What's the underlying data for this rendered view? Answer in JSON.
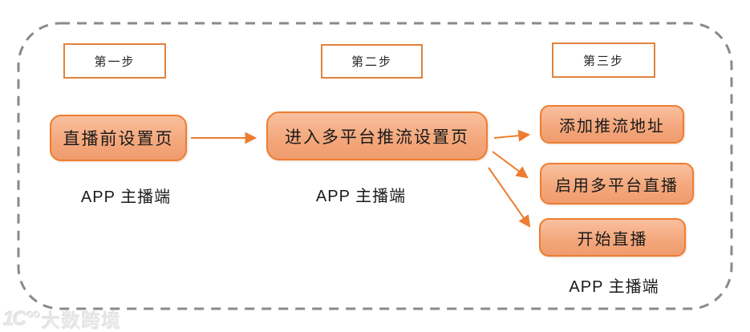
{
  "diagram": {
    "type": "flowchart",
    "columns": [
      {
        "step_label": "第一步",
        "boxes": [
          "直播前设置页"
        ],
        "caption": "APP 主播端"
      },
      {
        "step_label": "第二步",
        "boxes": [
          "进入多平台推流设置页"
        ],
        "caption": "APP 主播端"
      },
      {
        "step_label": "第三步",
        "boxes": [
          "添加推流地址",
          "启用多平台直播",
          "开始直播"
        ],
        "caption": "APP 主播端"
      }
    ],
    "connections": [
      {
        "from": "直播前设置页",
        "to": "进入多平台推流设置页"
      },
      {
        "from": "进入多平台推流设置页",
        "to": "添加推流地址"
      },
      {
        "from": "进入多平台推流设置页",
        "to": "启用多平台直播"
      },
      {
        "from": "进入多平台推流设置页",
        "to": "开始直播"
      }
    ]
  },
  "watermark": {
    "logo": "1C°°",
    "text": "大数跨境"
  },
  "colors": {
    "accent_orange": "#ED7D31",
    "node_fill_top": "#F9C09F",
    "node_fill_bottom": "#EF9C6E",
    "dashed_border_gray": "#8A8A8A",
    "text_black": "#1a1a1a",
    "watermark_gray": "#e7e7e7",
    "background": "#ffffff"
  }
}
